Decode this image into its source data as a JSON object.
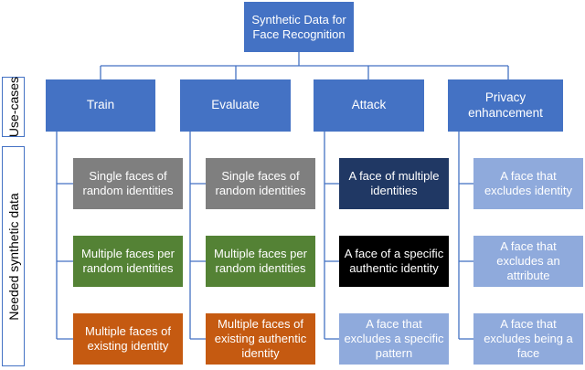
{
  "root": {
    "label": "Synthetic Data for Face Recognition"
  },
  "side_labels": {
    "use_cases": "Use-cases",
    "needed_data": "Needed synthetic data"
  },
  "use_cases": [
    {
      "label": "Train"
    },
    {
      "label": "Evaluate"
    },
    {
      "label": "Attack"
    },
    {
      "label": "Privacy enhancement"
    }
  ],
  "leaves": {
    "train": [
      {
        "label": "Single faces of random identities",
        "color": "#7f7f7f"
      },
      {
        "label": "Multiple faces per random identities",
        "color": "#548235"
      },
      {
        "label": "Multiple faces of existing identity",
        "color": "#c55a11"
      }
    ],
    "evaluate": [
      {
        "label": "Single faces of random identities",
        "color": "#7f7f7f"
      },
      {
        "label": "Multiple faces per random identities",
        "color": "#548235"
      },
      {
        "label": "Multiple faces of existing authentic identity",
        "color": "#c55a11"
      }
    ],
    "attack": [
      {
        "label": "A face of multiple identities",
        "color": "#203864"
      },
      {
        "label": "A face of a specific authentic identity",
        "color": "#000000"
      },
      {
        "label": "A face that excludes a specific pattern",
        "color": "#8faadc"
      }
    ],
    "privacy": [
      {
        "label": "A face that excludes identity",
        "color": "#8faadc"
      },
      {
        "label": "A face that excludes an attribute",
        "color": "#8faadc"
      },
      {
        "label": "A face that excludes being a face",
        "color": "#8faadc"
      }
    ]
  }
}
